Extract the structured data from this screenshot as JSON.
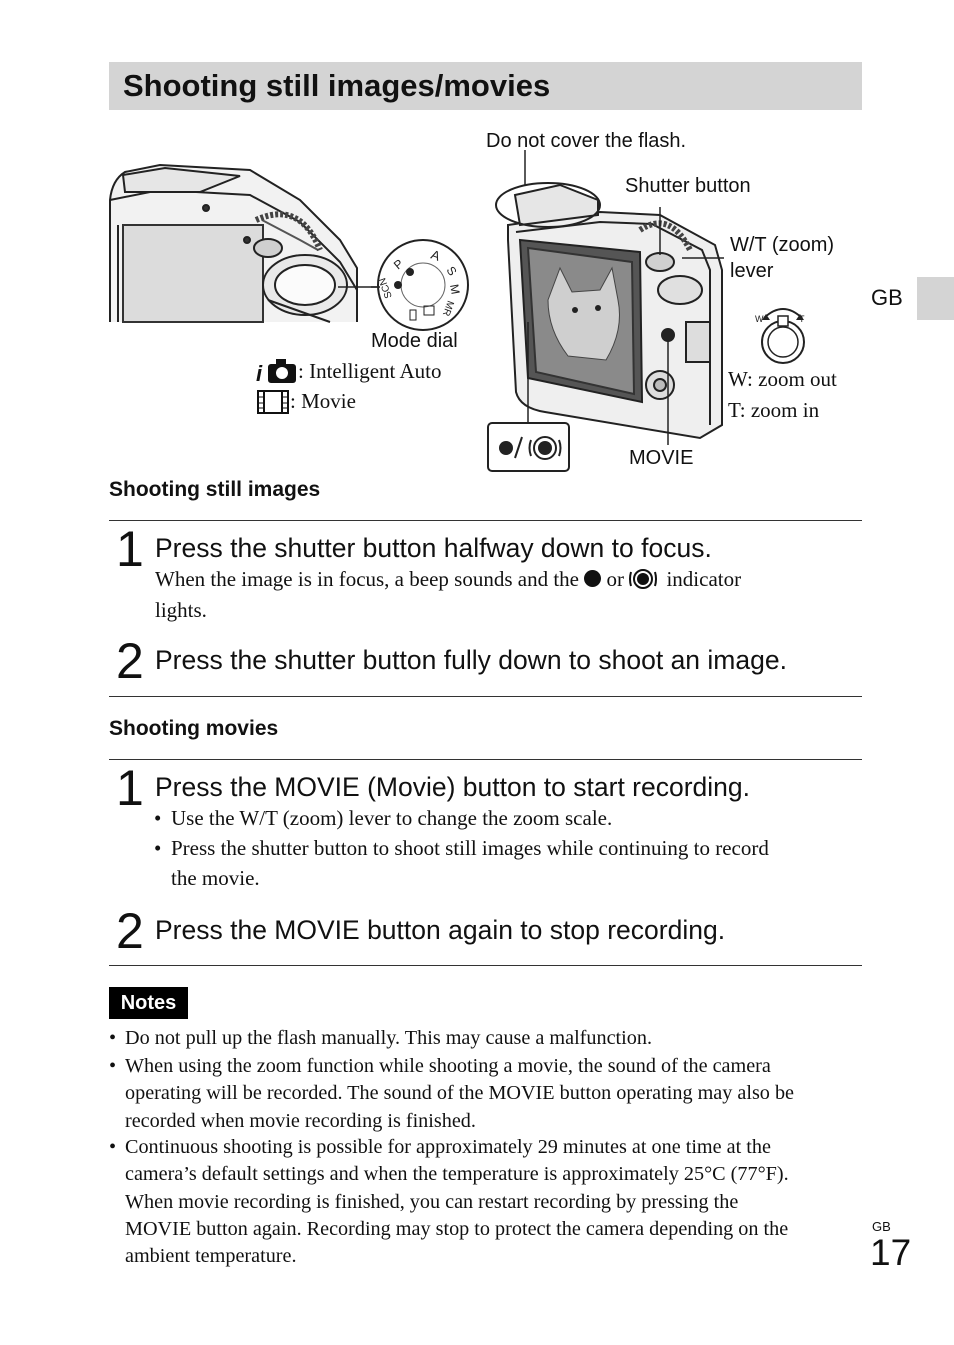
{
  "title": "Shooting still images/movies",
  "side_tab": "GB",
  "figure": {
    "flash_note": "Do not cover the flash.",
    "shutter_button": "Shutter button",
    "wt_lever_line1": "W/T (zoom)",
    "wt_lever_line2": "lever",
    "mode_dial": "Mode dial",
    "intelligent_auto": ": Intelligent Auto",
    "movie_mode": ": Movie",
    "zoom_out": "W: zoom out",
    "zoom_in": "T: zoom in",
    "movie_button": "MOVIE",
    "dial_letters": [
      "P",
      "A",
      "S",
      "M",
      "MR",
      "SCN"
    ],
    "lever_w": "W",
    "lever_t": "T"
  },
  "still": {
    "heading": "Shooting still images",
    "step1_num": "1",
    "step1_title": "Press the shutter button halfway down to focus.",
    "step1_body_a": "When the image is in focus, a beep sounds and the",
    "step1_body_or": "or",
    "step1_body_b": "indicator",
    "step1_body_c": "lights.",
    "step2_num": "2",
    "step2_title": "Press the shutter button fully down to shoot an image."
  },
  "movies": {
    "heading": "Shooting movies",
    "step1_num": "1",
    "step1_title": "Press the MOVIE (Movie) button to start recording.",
    "bullet1": "Use the W/T (zoom) lever to change the zoom scale.",
    "bullet2_line1": "Press the shutter button to shoot still images while continuing to record",
    "bullet2_line2": "the movie.",
    "step2_num": "2",
    "step2_title": "Press the MOVIE button again to stop recording."
  },
  "notes": {
    "label": "Notes",
    "items": [
      [
        "Do not pull up the flash manually. This may cause a malfunction."
      ],
      [
        "When using the zoom function while shooting a movie, the sound of the camera",
        "operating will be recorded. The sound of the MOVIE button operating may also be",
        "recorded when movie recording is finished."
      ],
      [
        "Continuous shooting is possible for approximately 29 minutes at one time at the",
        "camera’s default settings and when the temperature is approximately 25°C (77°F).",
        "When movie recording is finished, you can restart recording by pressing the",
        "MOVIE button again. Recording may stop to protect the camera depending on the",
        "ambient temperature."
      ]
    ]
  },
  "footer": {
    "region": "GB",
    "page_number": "17"
  },
  "colors": {
    "title_bar": "#d4d4d4",
    "notes_label_bg": "#000000",
    "notes_label_text": "#ffffff"
  }
}
